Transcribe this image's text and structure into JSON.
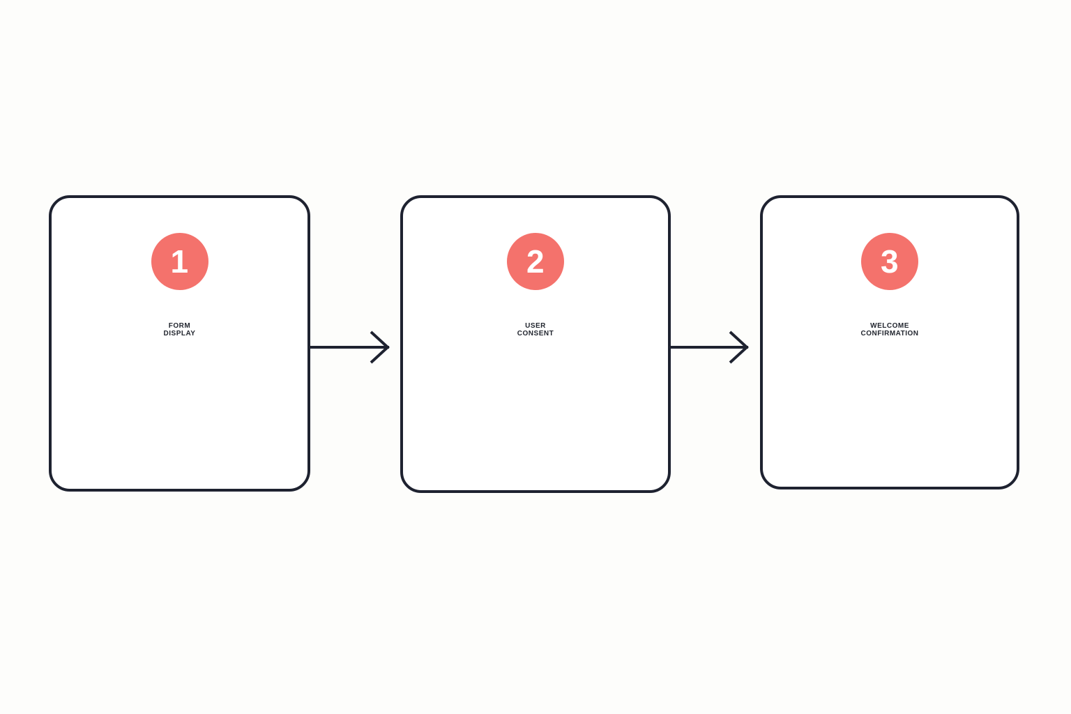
{
  "diagram": {
    "type": "horizontal-process-flow",
    "background_color": "#FDFDFB",
    "box_fill_color": "#FFFFFF",
    "box_border_color": "#1E2230",
    "badge_color": "#F4726C",
    "badge_text_color": "#FFFFFF",
    "label_text_color": "#22262F",
    "connector_color": "#1E2230",
    "step_count": 3,
    "steps": [
      {
        "number": "1",
        "label_lines": [
          "FORM",
          "DISPLAY"
        ],
        "label_full": "FORM DISPLAY"
      },
      {
        "number": "2",
        "label_lines": [
          "USER",
          "CONSENT"
        ],
        "label_full": "USER CONSENT"
      },
      {
        "number": "3",
        "label_lines": [
          "WELCOME",
          "CONFIRMATION"
        ],
        "label_full": "WELCOME CONFIRMATION"
      }
    ],
    "connectors": [
      {
        "from": "1",
        "to": "2",
        "icon": "arrow-right-icon"
      },
      {
        "from": "2",
        "to": "3",
        "icon": "arrow-right-icon"
      }
    ]
  }
}
